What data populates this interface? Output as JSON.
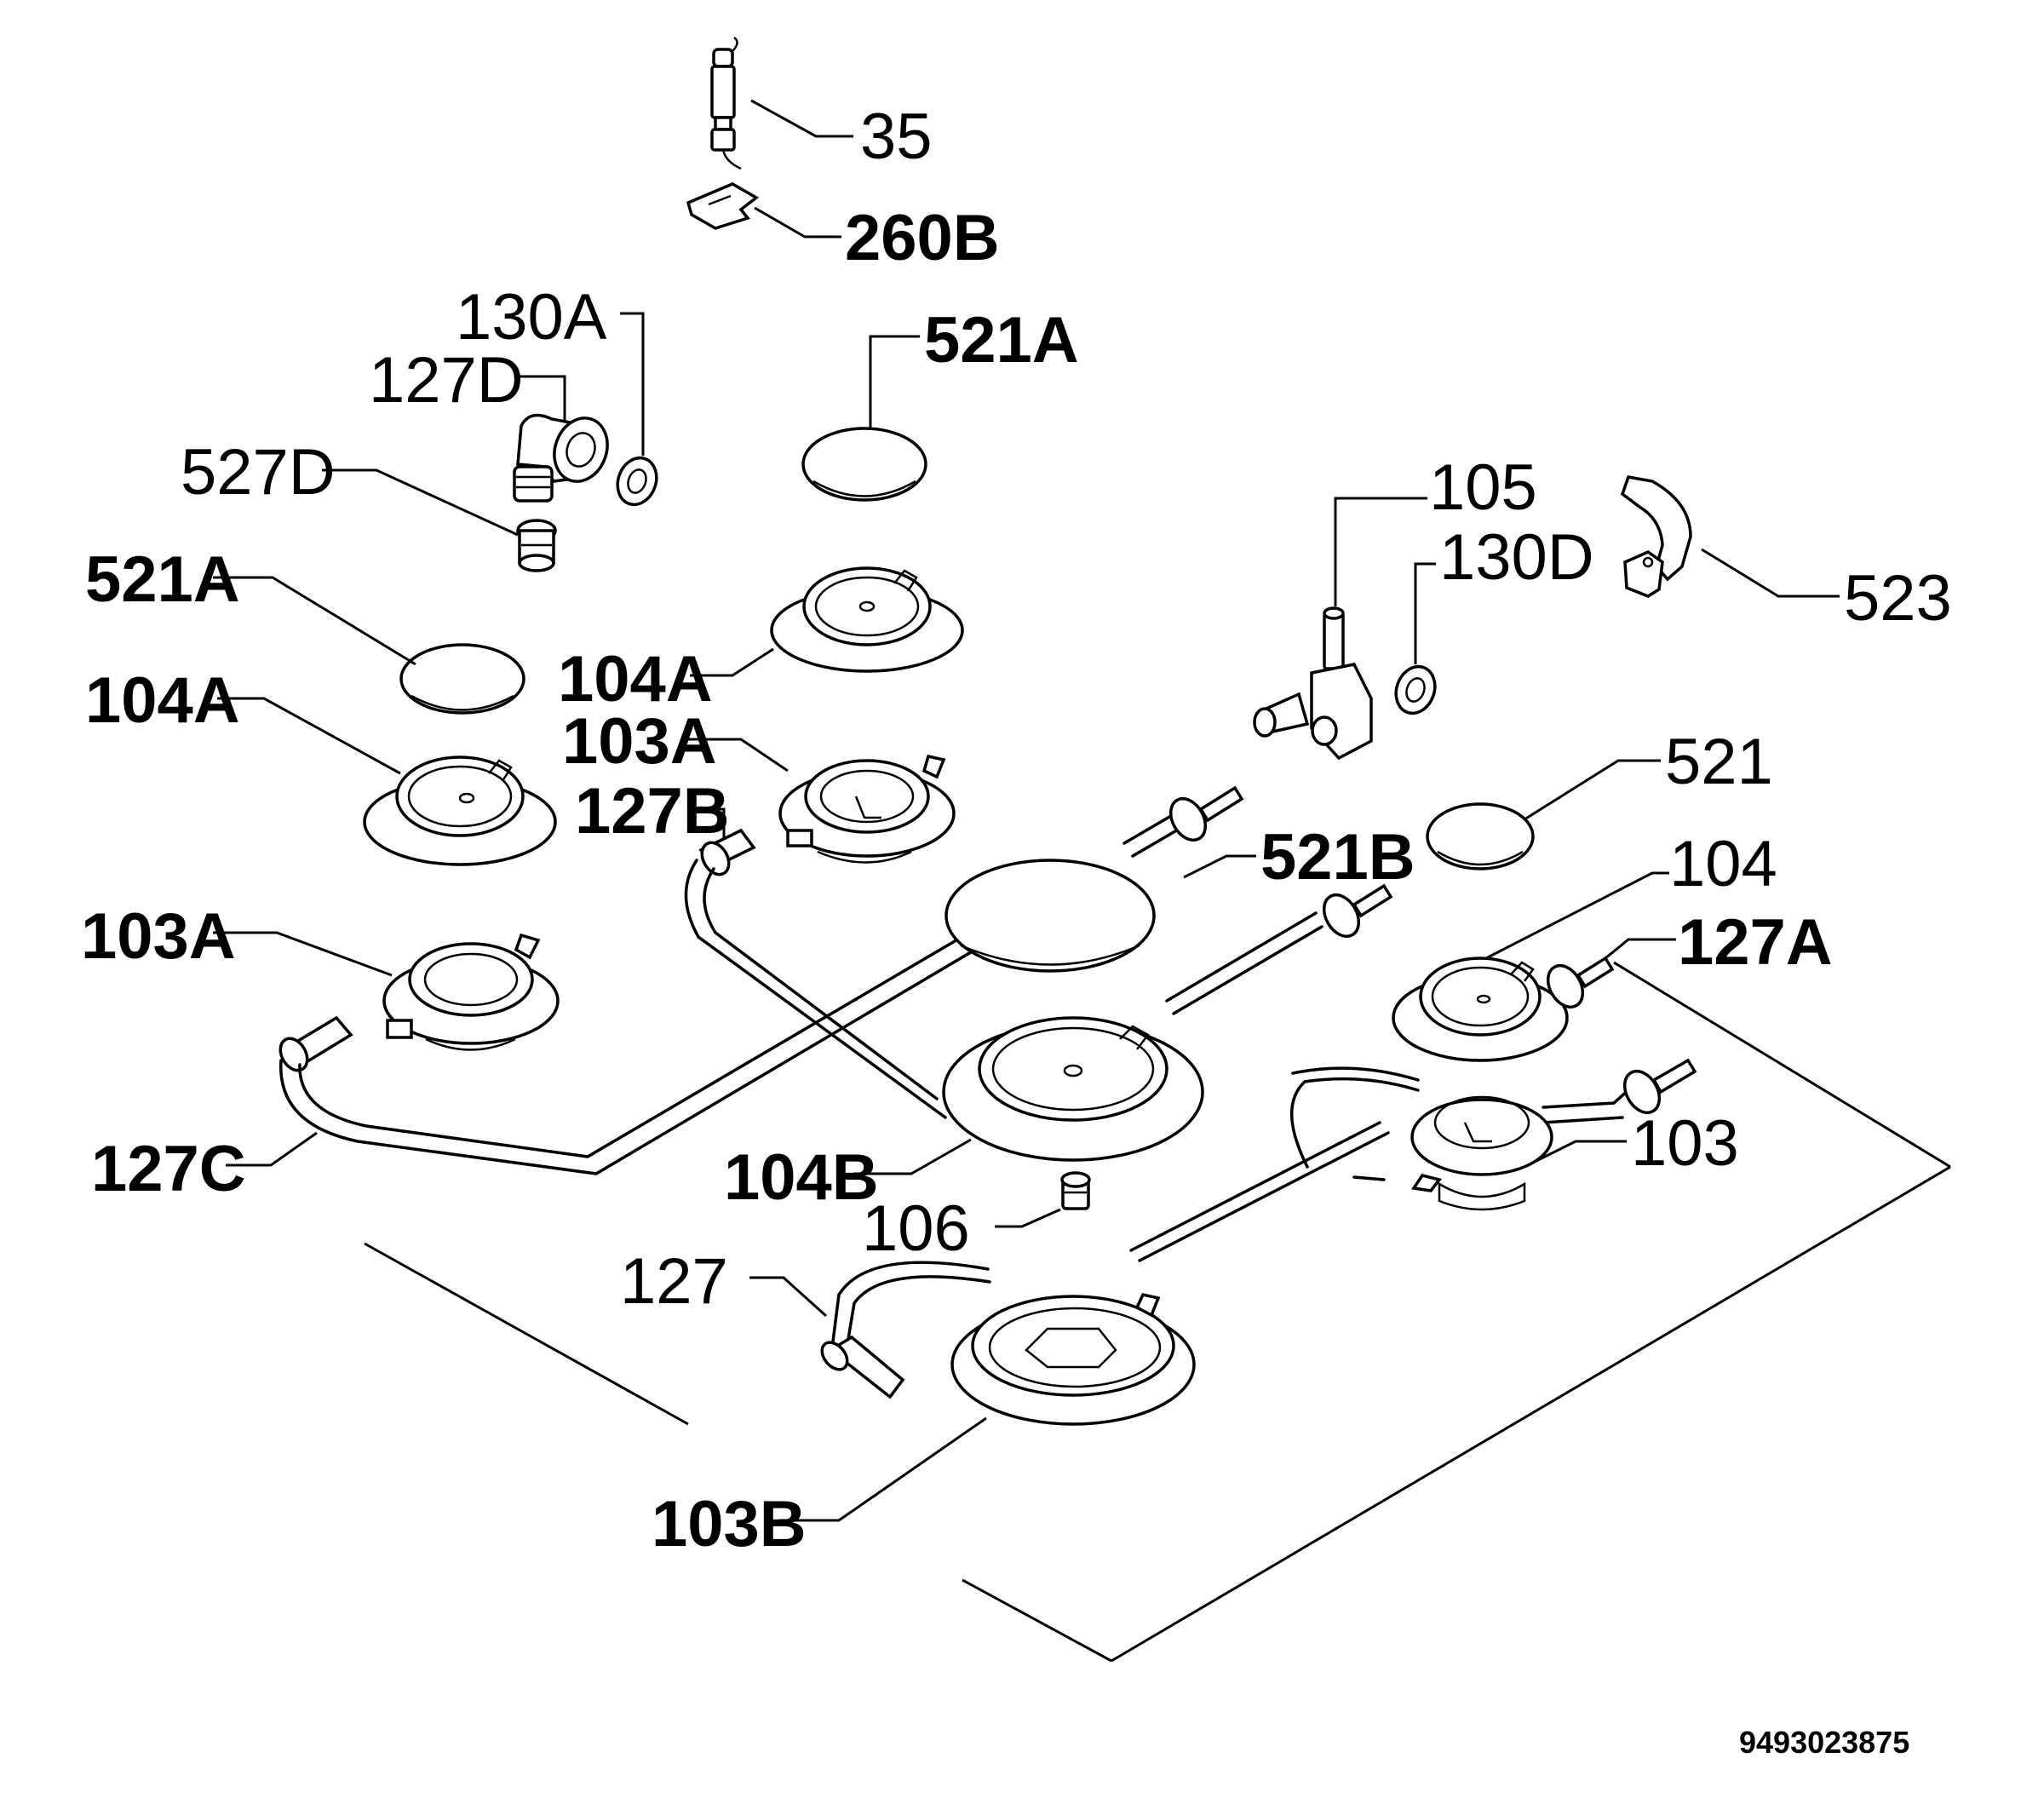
{
  "labels": {
    "l35": "35",
    "l260b": "260B",
    "l130a": "130A",
    "l127d": "127D",
    "l527d": "527D",
    "l521a_top": "521A",
    "l521a_left": "521A",
    "l104a_left": "104A",
    "l104a_mid": "104A",
    "l103a_mid": "103A",
    "l127b": "127B",
    "l103a_left": "103A",
    "l127c": "127C",
    "l105": "105",
    "l130d": "130D",
    "l523": "523",
    "l521": "521",
    "l521b": "521B",
    "l104": "104",
    "l127a": "127A",
    "l103": "103",
    "l104b": "104B",
    "l106": "106",
    "l127": "127",
    "l103b": "103B"
  },
  "drawing_code": "9493023875",
  "parts": {
    "ignition_plug": "35",
    "clip": "260B",
    "seal_130a": "130A",
    "elbow_127d": "127D",
    "nozzle_527d": "527D",
    "cap_521a_top": "521A",
    "cap_521a_left": "521A",
    "crown_104a_left": "104A",
    "crown_104a_mid": "104A",
    "cup_103a_mid": "103A",
    "cup_103a_left": "103A",
    "valve_105": "105",
    "seal_130d": "130D",
    "bracket_523": "523",
    "cap_521": "521",
    "cap_521b": "521B",
    "crown_104": "104",
    "crown_104b": "104B",
    "cup_103": "103",
    "cup_103b": "103B",
    "injector_106": "106",
    "pipe_127": "127",
    "pipe_127a": "127A",
    "pipe_127b": "127B",
    "pipe_127c": "127C"
  }
}
